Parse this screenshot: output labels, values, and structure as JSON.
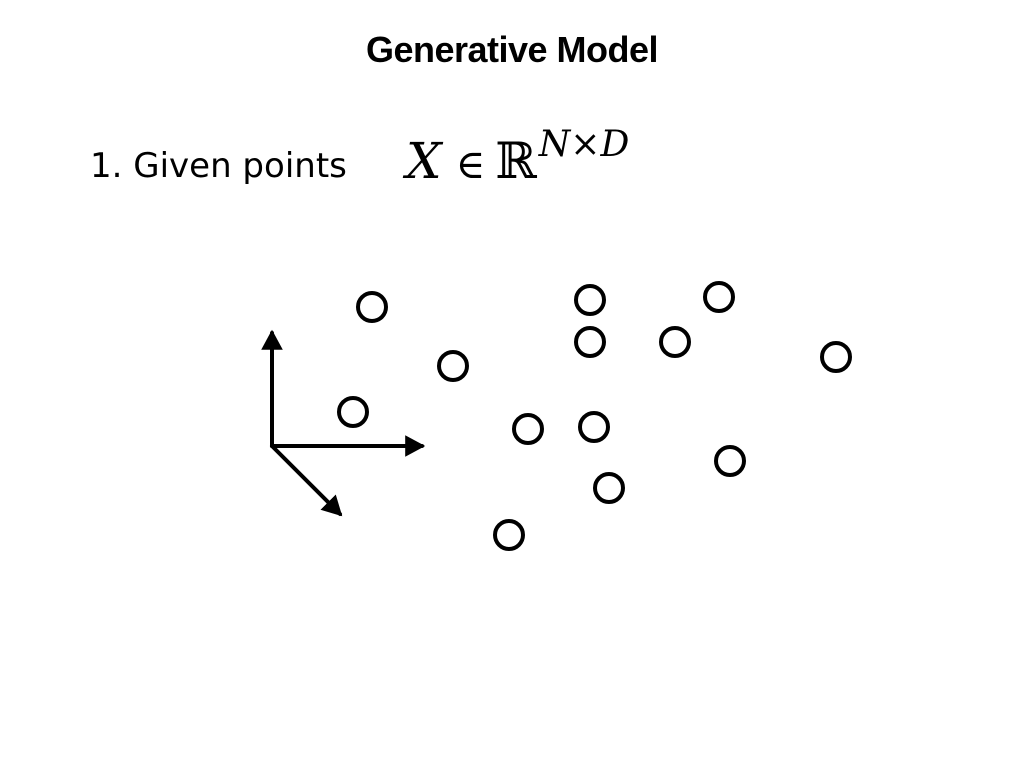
{
  "slide": {
    "title": "Generative Model",
    "bullet_text": "1. Given points",
    "math": {
      "variable": "X",
      "relation": "∈",
      "set": "ℝ",
      "exponent": "N×D"
    }
  },
  "colors": {
    "ink": "#000000",
    "background": "#ffffff"
  }
}
